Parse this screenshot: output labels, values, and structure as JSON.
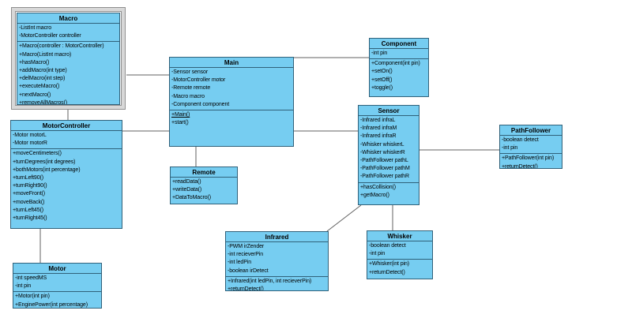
{
  "diagram": {
    "type": "uml-class-diagram",
    "classes": {
      "macro": {
        "title": "Macro",
        "attributes": [
          "-ListInt macro",
          "-MotorController controller"
        ],
        "methods": [
          "+Macro(controller : MotorController)",
          "+Macro(ListInt macro)",
          "+hasMacro()",
          "+addMacro(int type)",
          "+delMacro(int step)",
          "+executeMacro()",
          "+nextMacro()",
          "+removeAllMacros()"
        ],
        "selected": true
      },
      "motorController": {
        "title": "MotorController",
        "attributes": [
          "-Motor motorL",
          "-Motor motorR"
        ],
        "methods": [
          "+moveCentimeters()",
          "+turnDegrees(int degrees)",
          "+bothMotors(int percentage)",
          "+turnLeft90()",
          "+turnRight90()",
          "+moveFront()",
          "+moveBack()",
          "+turnLeft45()",
          "+turnRight45()"
        ]
      },
      "motor": {
        "title": "Motor",
        "attributes": [
          "-int speedMS",
          "-int pin"
        ],
        "methods": [
          "+Motor(int pin)",
          "+EnginePower(int percentage)"
        ]
      },
      "main": {
        "title": "Main",
        "attributes": [
          "-Sensor sensor",
          "-MotorController motor",
          "-Remote remote",
          "-Macro macro",
          "-Component component"
        ],
        "methods": [
          {
            "text": "+Main()",
            "underline": true
          },
          "+start()"
        ]
      },
      "remote": {
        "title": "Remote",
        "attributes": [],
        "methods": [
          "+readData()",
          "+writeData()",
          "+DataToMacro()"
        ]
      },
      "component": {
        "title": "Component",
        "attributes": [
          "-int pin"
        ],
        "methods": [
          "+Component(int pin)",
          "+setOn()",
          "+setOff()",
          "+toggle()"
        ]
      },
      "sensor": {
        "title": "Sensor",
        "attributes": [
          "-Infrared infraL",
          "-Infrared infraM",
          "-Infrared infraR",
          "-Whisker whiskerL",
          "-Whisker whiskerR",
          "-PathFollower pathL",
          "-PathFollower pathM",
          "-PathFollower pathR"
        ],
        "methods": [
          "+hasCollision()",
          "+getMacro()"
        ]
      },
      "pathFollower": {
        "title": "PathFollower",
        "attributes": [
          "-boolean detect",
          "-int pin"
        ],
        "methods": [
          "+PathFollower(int pin)",
          "+returnDetect()"
        ]
      },
      "infrared": {
        "title": "Infrared",
        "attributes": [
          "-PWM irZender",
          "-int recieverPin",
          "-int ledPin",
          "-boolean irDetect"
        ],
        "methods": [
          "+Infrared(int ledPin, int recieverPin)",
          "+returnDetect()"
        ]
      },
      "whisker": {
        "title": "Whisker",
        "attributes": [
          "-boolean detect",
          "-int pin"
        ],
        "methods": [
          "+Whisker(int pin)",
          "+returnDetect()"
        ]
      }
    },
    "connectors": [
      {
        "from": "macro",
        "to": "main"
      },
      {
        "from": "macro",
        "to": "motorController"
      },
      {
        "from": "motorController",
        "to": "main"
      },
      {
        "from": "motorController",
        "to": "motor"
      },
      {
        "from": "main",
        "to": "remote"
      },
      {
        "from": "main",
        "to": "component"
      },
      {
        "from": "main",
        "to": "sensor"
      },
      {
        "from": "sensor",
        "to": "pathFollower"
      },
      {
        "from": "sensor",
        "to": "infrared"
      },
      {
        "from": "sensor",
        "to": "whisker"
      }
    ],
    "colors": {
      "shape_fill": "#76cdf1",
      "shape_border": "#30617a",
      "connector": "#606060",
      "selection_band": "#d8d8d8",
      "selection_edge": "#8f8f8f",
      "background": "#ffffff"
    }
  }
}
